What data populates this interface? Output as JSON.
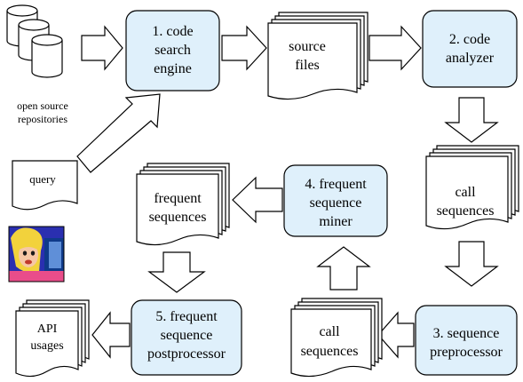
{
  "colors": {
    "process_fill": "#dff0fb",
    "stroke": "#000000",
    "paper_fill": "#ffffff"
  },
  "repositories": {
    "icon": "database-cylinders-icon",
    "label_lines": [
      "open source",
      "repositories"
    ]
  },
  "query": {
    "label": "query"
  },
  "user_icon": "frustrated-user-at-computer-icon",
  "processes": {
    "search_engine": [
      "1. code",
      "search",
      "engine"
    ],
    "analyzer": [
      "2. code",
      "analyzer"
    ],
    "preprocessor": [
      "3. sequence",
      "preprocessor"
    ],
    "miner": [
      "4. frequent",
      "sequence",
      "miner"
    ],
    "postprocessor": [
      "5. frequent",
      "sequence",
      "postprocessor"
    ]
  },
  "documents": {
    "source_files": [
      "source",
      "files"
    ],
    "call_sequences_right": [
      "call",
      "sequences"
    ],
    "call_sequences_bottom": [
      "call",
      "sequences"
    ],
    "frequent_sequences": [
      "frequent",
      "sequences"
    ],
    "api_usages": [
      "API",
      "usages"
    ]
  }
}
